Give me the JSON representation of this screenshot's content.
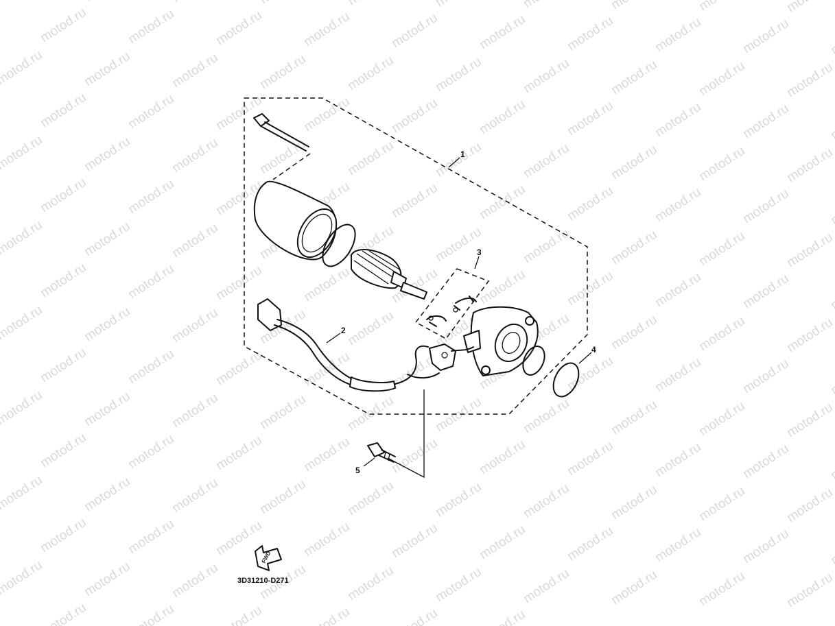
{
  "watermark": {
    "text": "motod.ru"
  },
  "diagram": {
    "callouts": [
      {
        "id": "1",
        "label": "1"
      },
      {
        "id": "2",
        "label": "2"
      },
      {
        "id": "3",
        "label": "3"
      },
      {
        "id": "4",
        "label": "4"
      },
      {
        "id": "5",
        "label": "5"
      }
    ],
    "direction_arrow": {
      "label": "FWD",
      "icon": "fwd-arrow-icon"
    },
    "drawing_code": "3D31210-D271"
  }
}
